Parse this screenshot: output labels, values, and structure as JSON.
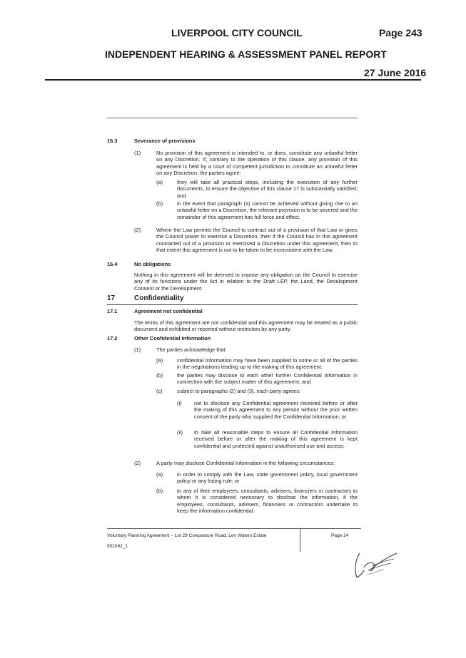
{
  "header": {
    "council": "LIVERPOOL CITY COUNCIL",
    "page": "Page 243",
    "report": "INDEPENDENT HEARING & ASSESSMENT PANEL REPORT",
    "date": "27 June 2016"
  },
  "document": {
    "s16_3": {
      "num": "16.3",
      "title": "Severance of provisions",
      "p1_num": "(1)",
      "p1_text": "No provision of this agreement is intended to, or does, constitute any unlawful fetter on any Discretion. If, contrary to the operation of this clause, any provision of this agreement is held by a court of competent jurisdiction to constitute an unlawful fetter on any Discretion, the parties agree:",
      "a_num": "(a)",
      "a_text": "they will take all practical steps, including the execution of any further documents, to ensure the objective of this clause 17 is substantially satisfied; and",
      "b_num": "(b)",
      "b_text": "in the event that paragraph (a) cannot be achieved without giving rise to an unlawful fetter on a Discretion, the relevant provision is to be severed and the remainder of this agreement has full force and effect.",
      "p2_num": "(2)",
      "p2_text": "Where the Law permits the Council to contract out of a provision of that Law or gives the Council power to exercise a Discretion, then if the Council has in this agreement contracted out of a provision or exercised a Discretion under this agreement, then to that extent this agreement is not to be taken to be inconsistent with the Law."
    },
    "s16_4": {
      "num": "16.4",
      "title": "No obligations",
      "text": "Nothing in this agreement will be deemed to impose any obligation on the Council to exercise any of its functions under the Act in relation to the Draft LEP, the Land, the Development Consent or the Development."
    },
    "s17": {
      "num": "17",
      "title": "Confidentiality"
    },
    "s17_1": {
      "num": "17.1",
      "title": "Agreement not confidential",
      "text": "The terms of this agreement are not confidential and this agreement may be treated as a public document and exhibited or reported without restriction by any party."
    },
    "s17_2": {
      "num": "17.2",
      "title": "Other Confidential Information",
      "p1_num": "(1)",
      "p1_text": "The parties acknowledge that:",
      "a_num": "(a)",
      "a_text": "confidential Information may have been supplied to some or all of the parties in the negotiations leading up to the making of this agreement;",
      "b_num": "(b)",
      "b_text": "the parties may disclose to each other further Confidential Information in connection with the subject matter of this agreement; and",
      "c_num": "(c)",
      "c_text": "subject to paragraphs (2) and (3), each party agrees:",
      "i_num": "(i)",
      "i_text": "not to disclose any Confidential agreement received before or after the making of this agreement to any person without the prior written consent of the party who supplied the Confidential Information; or",
      "ii_num": "(ii)",
      "ii_text": "to take all reasonable steps to ensure all Confidential Information received before or after the making of this agreement is kept confidential and protected against unauthorised use and access.",
      "p2_num": "(2)",
      "p2_text": "A party may disclose Confidential Information in the following circumstances:",
      "a2_num": "(a)",
      "a2_text": "in order to comply with the Law, state government policy, local government policy or any listing rule; or",
      "b2_num": "(b)",
      "b2_text": "to any of their employees, consultants, advisers, financiers or contractors to whom it is considered necessary to disclose the information, if the employees, consultants, advisers, financiers or contractors undertake to keep the information confidential."
    }
  },
  "footer": {
    "title": "Voluntary Planning Agreement – Lot 29 Cowpasture Road, Len Waters Estate",
    "ref": "952092_1",
    "page": "Page 14"
  }
}
